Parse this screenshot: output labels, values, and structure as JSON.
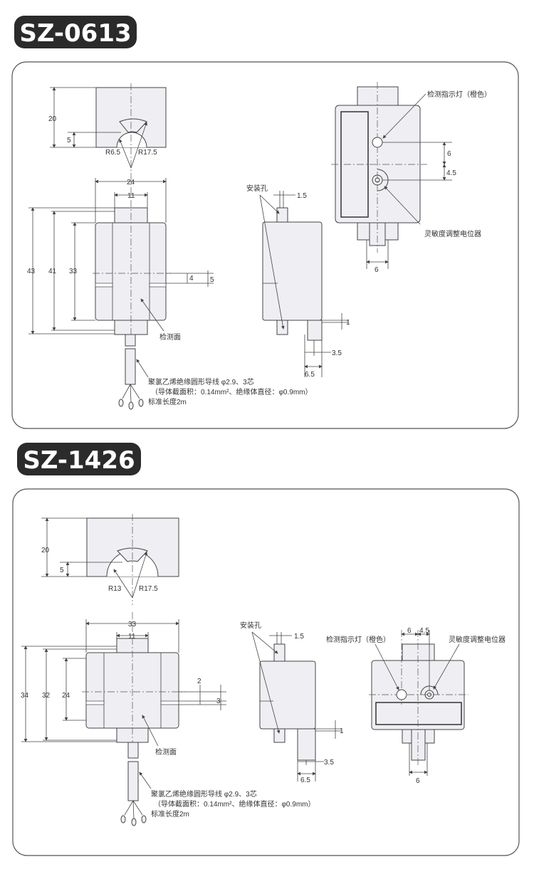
{
  "sections": [
    {
      "model": "SZ-0613",
      "top_view": {
        "height": "20",
        "depth": "5",
        "radius_inner": "R6.5",
        "radius_outer": "R17.5"
      },
      "front_view": {
        "width": "24",
        "tab_width": "11",
        "total_height": "43",
        "tab_height": "41",
        "body_height": "33",
        "slot_4": "4",
        "slot_5": "5",
        "sensing_face_label": "检测面"
      },
      "cable_note": [
        "聚氯乙烯绝缘圆形导线 φ2.9、3芯",
        "（导体截面积：0.14mm²、绝缘体直径：φ0.9mm）",
        "标准长度2m"
      ],
      "side_view": {
        "mount_hole_label": "安装孔",
        "hole_dim": "1.5",
        "offset_1": "1",
        "dim_3_5": "3.5",
        "dim_6_5": "6.5"
      },
      "rear_view": {
        "indicator_label": "检测指示灯（橙色）",
        "pot_label": "灵敏度调整电位器",
        "dim_6": "6",
        "dim_4_5": "4.5",
        "pin_width": "6"
      }
    },
    {
      "model": "SZ-1426",
      "top_view": {
        "height": "20",
        "depth": "5",
        "radius_inner": "R13",
        "radius_outer": "R17.5"
      },
      "front_view": {
        "width": "33",
        "tab_width": "11",
        "total_height": "34",
        "tab_height": "32",
        "body_height": "24",
        "slot_2": "2",
        "slot_3": "3",
        "sensing_face_label": "检测面"
      },
      "cable_note": [
        "聚氯乙烯绝缘圆形导线 φ2.9、3芯",
        "（导体截面积：0.14mm²、绝缘体直径：φ0.9mm）",
        "标准长度2m"
      ],
      "side_view": {
        "mount_hole_label": "安装孔",
        "hole_dim": "1.5",
        "offset_1": "1",
        "dim_3_5": "3.5",
        "dim_6_5": "6.5"
      },
      "rear_view": {
        "indicator_label": "检测指示灯（橙色）",
        "pot_label": "灵敏度调整电位器",
        "dim_6": "6",
        "dim_4_5": "4.5",
        "pin_width": "6"
      }
    }
  ],
  "colors": {
    "badge": "#2b2b2b",
    "body_fill": "#efeff3",
    "line": "#444444"
  }
}
